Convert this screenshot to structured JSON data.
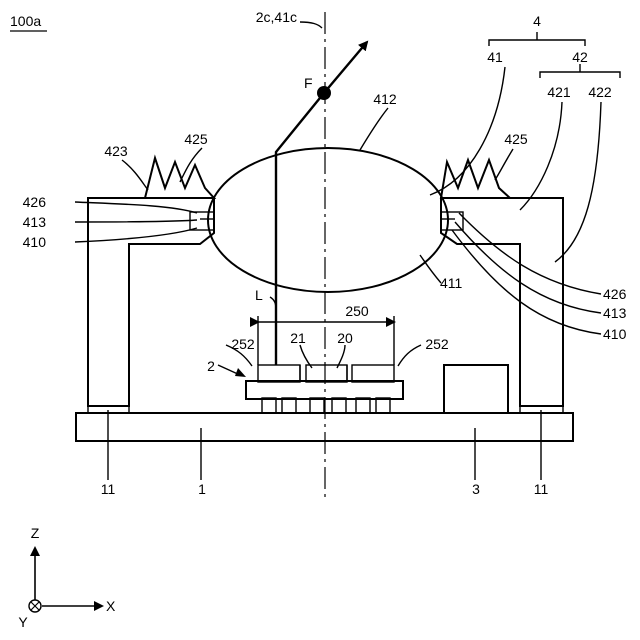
{
  "figure_id": "100a",
  "axis_label": "2c,41c",
  "focal_point": "F",
  "light_label": "L",
  "parts": {
    "lid": "4",
    "lens": "41",
    "frame": "42",
    "frame_inner": "421",
    "frame_outer": "422",
    "fin_left": "423",
    "fins": "425",
    "lens_top": "412",
    "lens_bottom": "411",
    "flange_left_a": "426",
    "flange_left_b": "413",
    "flange_left_c": "410",
    "flange_right_a": "426",
    "flange_right_b": "413",
    "flange_right_c": "410",
    "emitter_region": "250",
    "chip_a": "21",
    "chip_b": "20",
    "electrode_left": "252",
    "electrode_right": "252",
    "package": "2",
    "component": "3",
    "base": "1",
    "spacer_left": "11",
    "spacer_right": "11"
  },
  "axes": {
    "z": "Z",
    "x": "X",
    "y": "Y"
  }
}
